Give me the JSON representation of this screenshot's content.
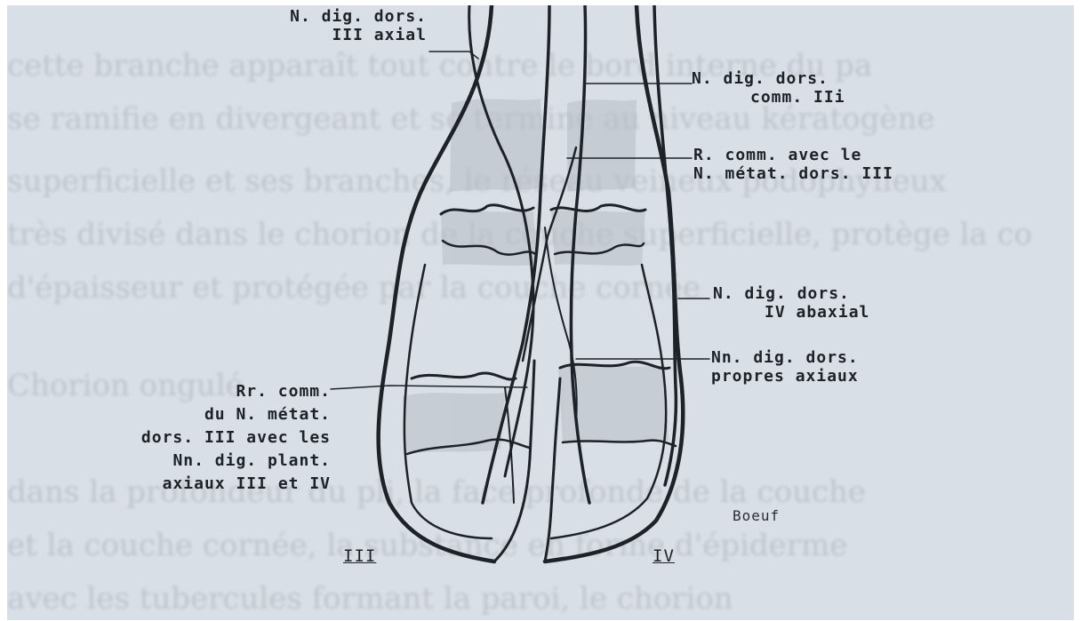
{
  "figure": {
    "labels": {
      "n_dig_dors_iii_axial": [
        "N. dig. dors.",
        "III axial"
      ],
      "n_dig_dors_comm_iii": [
        "N. dig. dors.",
        "comm. IIi"
      ],
      "r_comm_avec_le": [
        "R. comm. avec le",
        "N. métat. dors. III"
      ],
      "n_dig_dors_iv_abaxial": [
        "N. dig. dors.",
        "IV abaxial"
      ],
      "nn_dig_dors_propres": [
        "Nn. dig. dors.",
        "propres axiaux"
      ],
      "rr_comm_du_n_metat": [
        "Rr. comm.",
        "du N. métat.",
        "dors. III avec les",
        "Nn. dig. plant.",
        "axiaux III et IV"
      ],
      "species": "Boeuf",
      "digit_left": "III",
      "digit_right": "IV"
    },
    "colors": {
      "background": "#d9dfe6",
      "ink": "#1d2128",
      "bone_shade": "#b7bec7"
    }
  }
}
